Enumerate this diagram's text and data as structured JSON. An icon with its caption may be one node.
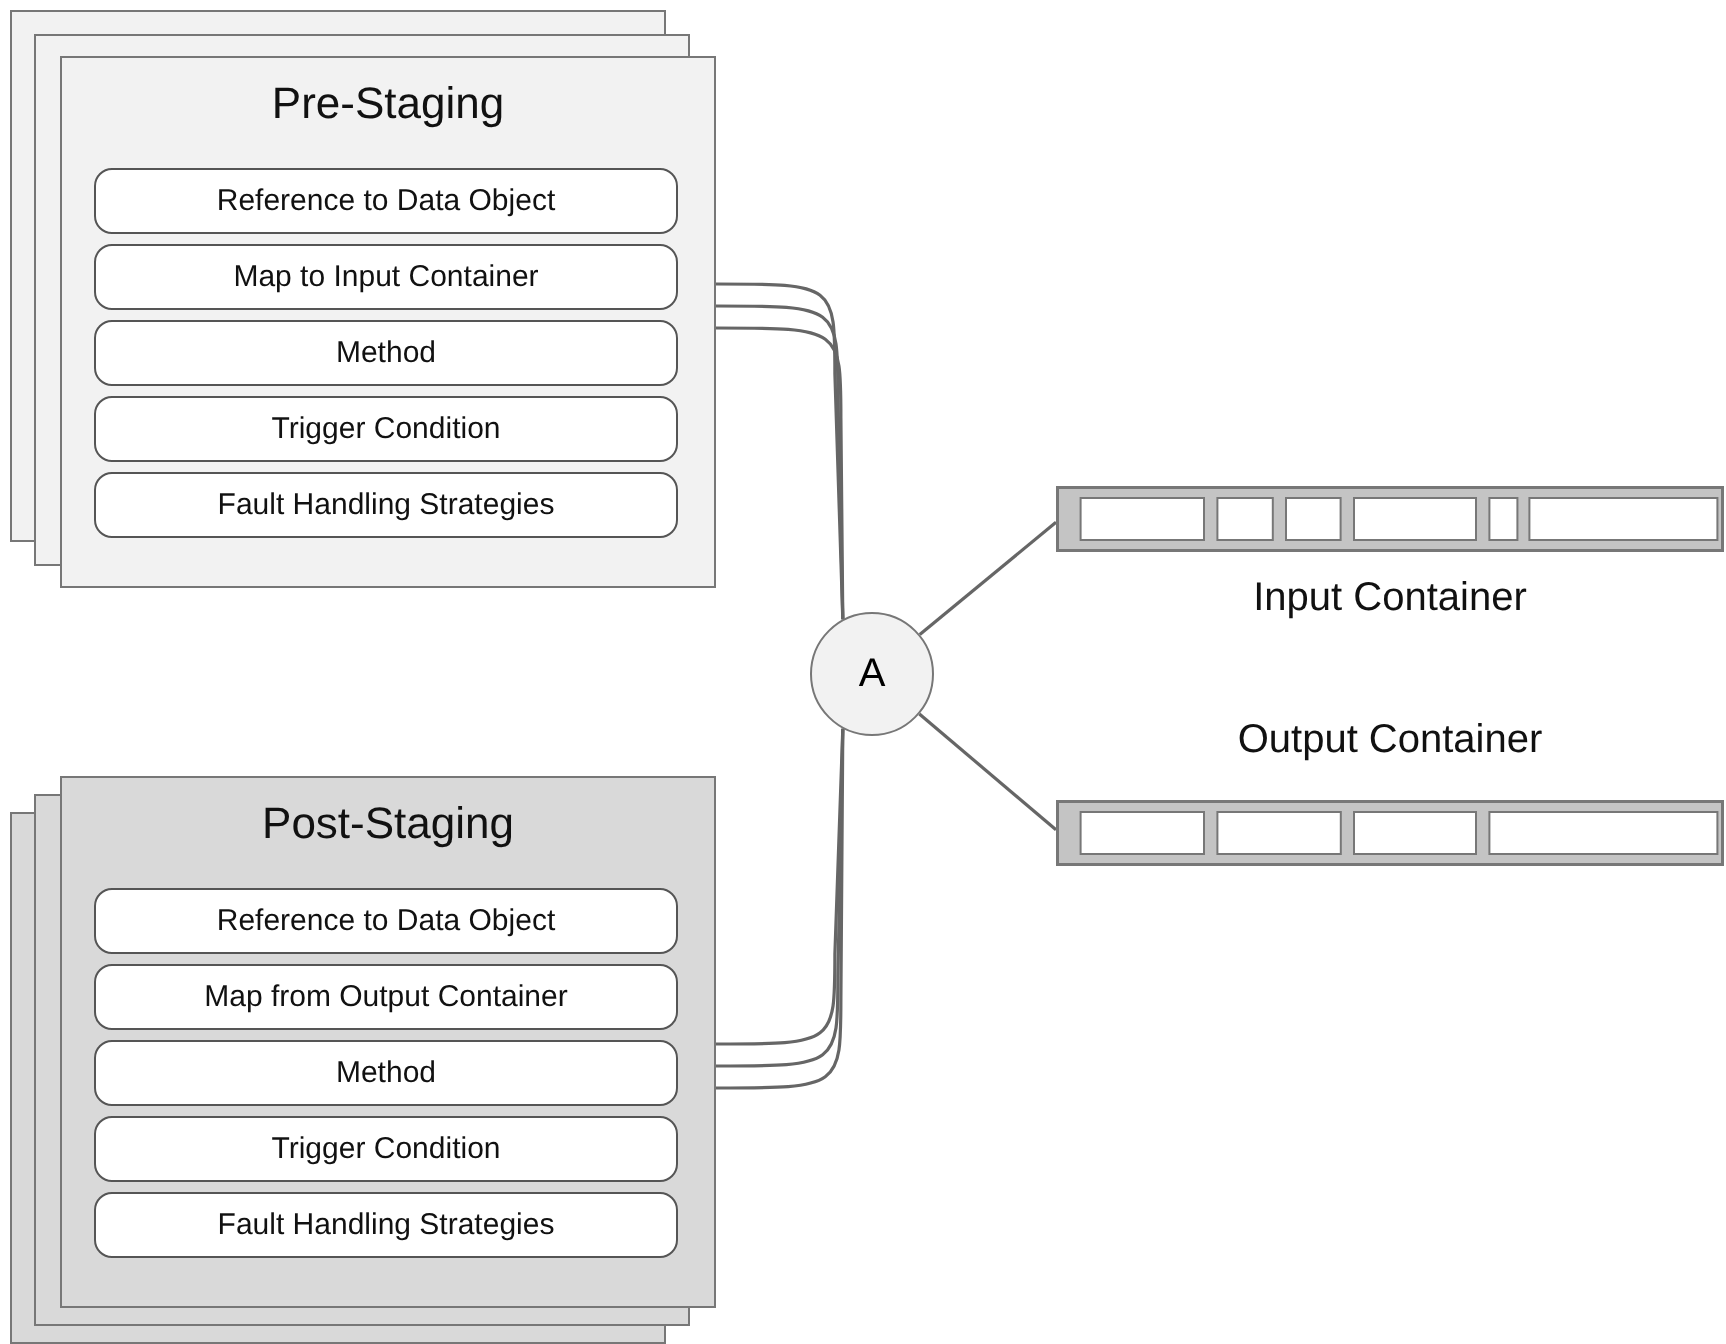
{
  "diagram": {
    "nodes": [
      {
        "text": [
          "Pre-Staging"
        ]
      },
      {
        "text": [
          "Reference to Data Object"
        ],
        "in": 0
      },
      {
        "text": [
          "Map to Input Container"
        ],
        "in": 0
      },
      {
        "text": [
          "Method"
        ],
        "in": 0
      },
      {
        "text": [
          "Trigger Condition"
        ],
        "in": 0
      },
      {
        "text": [
          "Fault Handling Strategies"
        ],
        "in": 0
      },
      {
        "text": [
          "Post-Staging"
        ]
      },
      {
        "text": [
          "Reference to Data Object"
        ],
        "in": 6
      },
      {
        "text": [
          "Map from Output Container"
        ],
        "in": 6
      },
      {
        "text": [
          "Method"
        ],
        "in": 6
      },
      {
        "text": [
          "Trigger Condition"
        ],
        "in": 6
      },
      {
        "text": [
          "Fault Handling Strategies"
        ],
        "in": 6
      },
      {
        "text": [
          "A"
        ]
      },
      {
        "text": [
          "Input Container"
        ]
      },
      {
        "text": [
          "Output Container"
        ]
      }
    ],
    "edges": [
      {
        "from": 0,
        "to": 12,
        "arrow": "none"
      },
      {
        "from": 0,
        "to": 12,
        "arrow": "none"
      },
      {
        "from": 0,
        "to": 12,
        "arrow": "none"
      },
      {
        "from": 6,
        "to": 12,
        "arrow": "none"
      },
      {
        "from": 6,
        "to": 12,
        "arrow": "none"
      },
      {
        "from": 6,
        "to": 12,
        "arrow": "none"
      },
      {
        "from": 12,
        "to": 13,
        "arrow": "none"
      },
      {
        "from": 12,
        "to": 14,
        "arrow": "none"
      }
    ]
  }
}
